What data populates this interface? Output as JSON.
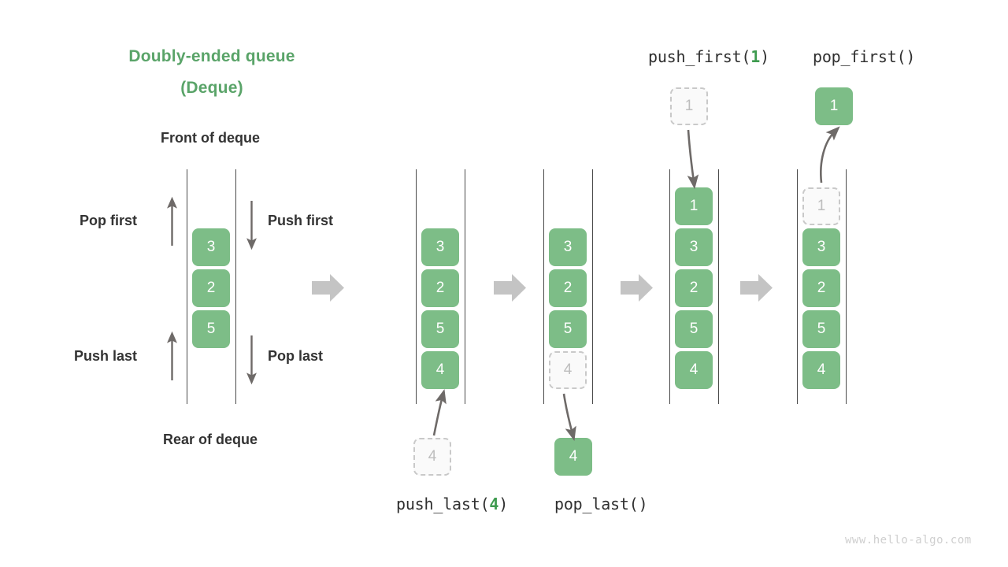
{
  "title": {
    "line1": "Doubly-ended queue",
    "line2": "(Deque)"
  },
  "labels": {
    "front": "Front of deque",
    "rear": "Rear of deque",
    "pop_first": "Pop first",
    "push_first": "Push first",
    "push_last": "Push last",
    "pop_last": "Pop last"
  },
  "operations": {
    "push_first": {
      "prefix": "push_first(",
      "arg": "1",
      "suffix": ")"
    },
    "pop_first": {
      "text": "pop_first()"
    },
    "push_last": {
      "prefix": "push_last(",
      "arg": "4",
      "suffix": ")"
    },
    "pop_last": {
      "text": "pop_last()"
    }
  },
  "colors": {
    "accent_green": "#5aa469",
    "box_green": "#7dbd87",
    "ghost_fill": "#fafafa",
    "ghost_border": "#c9c9c9",
    "ghost_text": "#bdbdbd",
    "rail": "#4a4a4a",
    "block_arrow": "#c4c4c4",
    "thin_arrow": "#6e6a68",
    "text_dark": "#333333",
    "watermark": "#cfcfcf"
  },
  "columns": [
    {
      "name": "initial-deque",
      "boxes": [
        {
          "value": "3",
          "state": "filled"
        },
        {
          "value": "2",
          "state": "filled"
        },
        {
          "value": "5",
          "state": "filled"
        }
      ],
      "outside_box": null
    },
    {
      "name": "after-push-last",
      "boxes": [
        {
          "value": "3",
          "state": "filled"
        },
        {
          "value": "2",
          "state": "filled"
        },
        {
          "value": "5",
          "state": "filled"
        },
        {
          "value": "4",
          "state": "filled"
        }
      ],
      "outside_box": {
        "value": "4",
        "state": "ghost",
        "position": "bottom"
      }
    },
    {
      "name": "after-pop-last",
      "boxes": [
        {
          "value": "3",
          "state": "filled"
        },
        {
          "value": "2",
          "state": "filled"
        },
        {
          "value": "5",
          "state": "filled"
        },
        {
          "value": "4",
          "state": "ghost"
        }
      ],
      "outside_box": {
        "value": "4",
        "state": "filled",
        "position": "bottom"
      }
    },
    {
      "name": "after-push-first",
      "boxes": [
        {
          "value": "1",
          "state": "filled"
        },
        {
          "value": "3",
          "state": "filled"
        },
        {
          "value": "2",
          "state": "filled"
        },
        {
          "value": "5",
          "state": "filled"
        },
        {
          "value": "4",
          "state": "filled"
        }
      ],
      "outside_box": {
        "value": "1",
        "state": "ghost",
        "position": "top"
      }
    },
    {
      "name": "after-pop-first",
      "boxes": [
        {
          "value": "1",
          "state": "ghost"
        },
        {
          "value": "3",
          "state": "filled"
        },
        {
          "value": "2",
          "state": "filled"
        },
        {
          "value": "5",
          "state": "filled"
        },
        {
          "value": "4",
          "state": "filled"
        }
      ],
      "outside_box": {
        "value": "1",
        "state": "filled",
        "position": "top"
      }
    }
  ],
  "watermark": "www.hello-algo.com"
}
